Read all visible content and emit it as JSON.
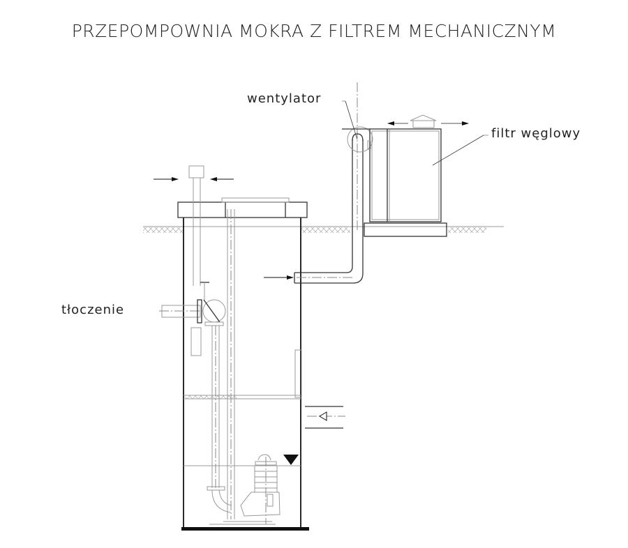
{
  "title": "PRZEPOMPOWNIA MOKRA Z FILTREM MECHANICZNYM",
  "labels": {
    "fan": "wentylator",
    "filter": "filtr węglowy",
    "discharge": "tłoczenie"
  }
}
